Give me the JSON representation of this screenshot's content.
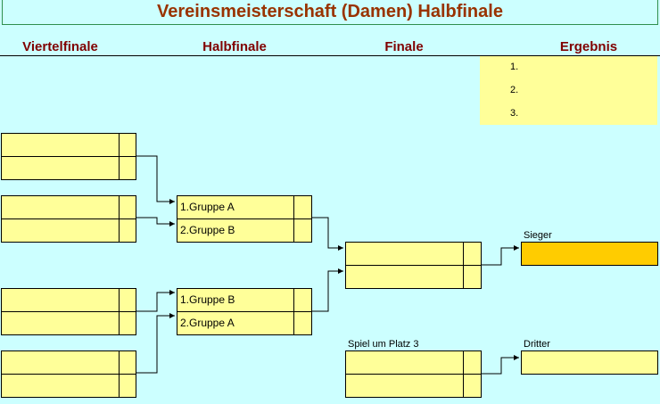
{
  "title": "Vereinsmeisterschaft (Damen) Halbfinale",
  "headers": {
    "quarterfinal": "Viertelfinale",
    "semifinal": "Halbfinale",
    "final": "Finale",
    "result": "Ergebnis"
  },
  "result_ranks": [
    "1.",
    "2.",
    "3."
  ],
  "semifinal_entries": {
    "sf1_top": "1.Gruppe A",
    "sf1_bottom": "2.Gruppe B",
    "sf2_top": "1.Gruppe B",
    "sf2_bottom": "2.Gruppe A"
  },
  "labels": {
    "winner": "Sieger",
    "third_place_match": "Spiel um Platz 3",
    "third": "Dritter"
  },
  "colors": {
    "background": "#ccffff",
    "cell": "#ffff99",
    "winner_cell": "#ffcc00",
    "title_text": "#993300",
    "header_text": "#800000"
  }
}
